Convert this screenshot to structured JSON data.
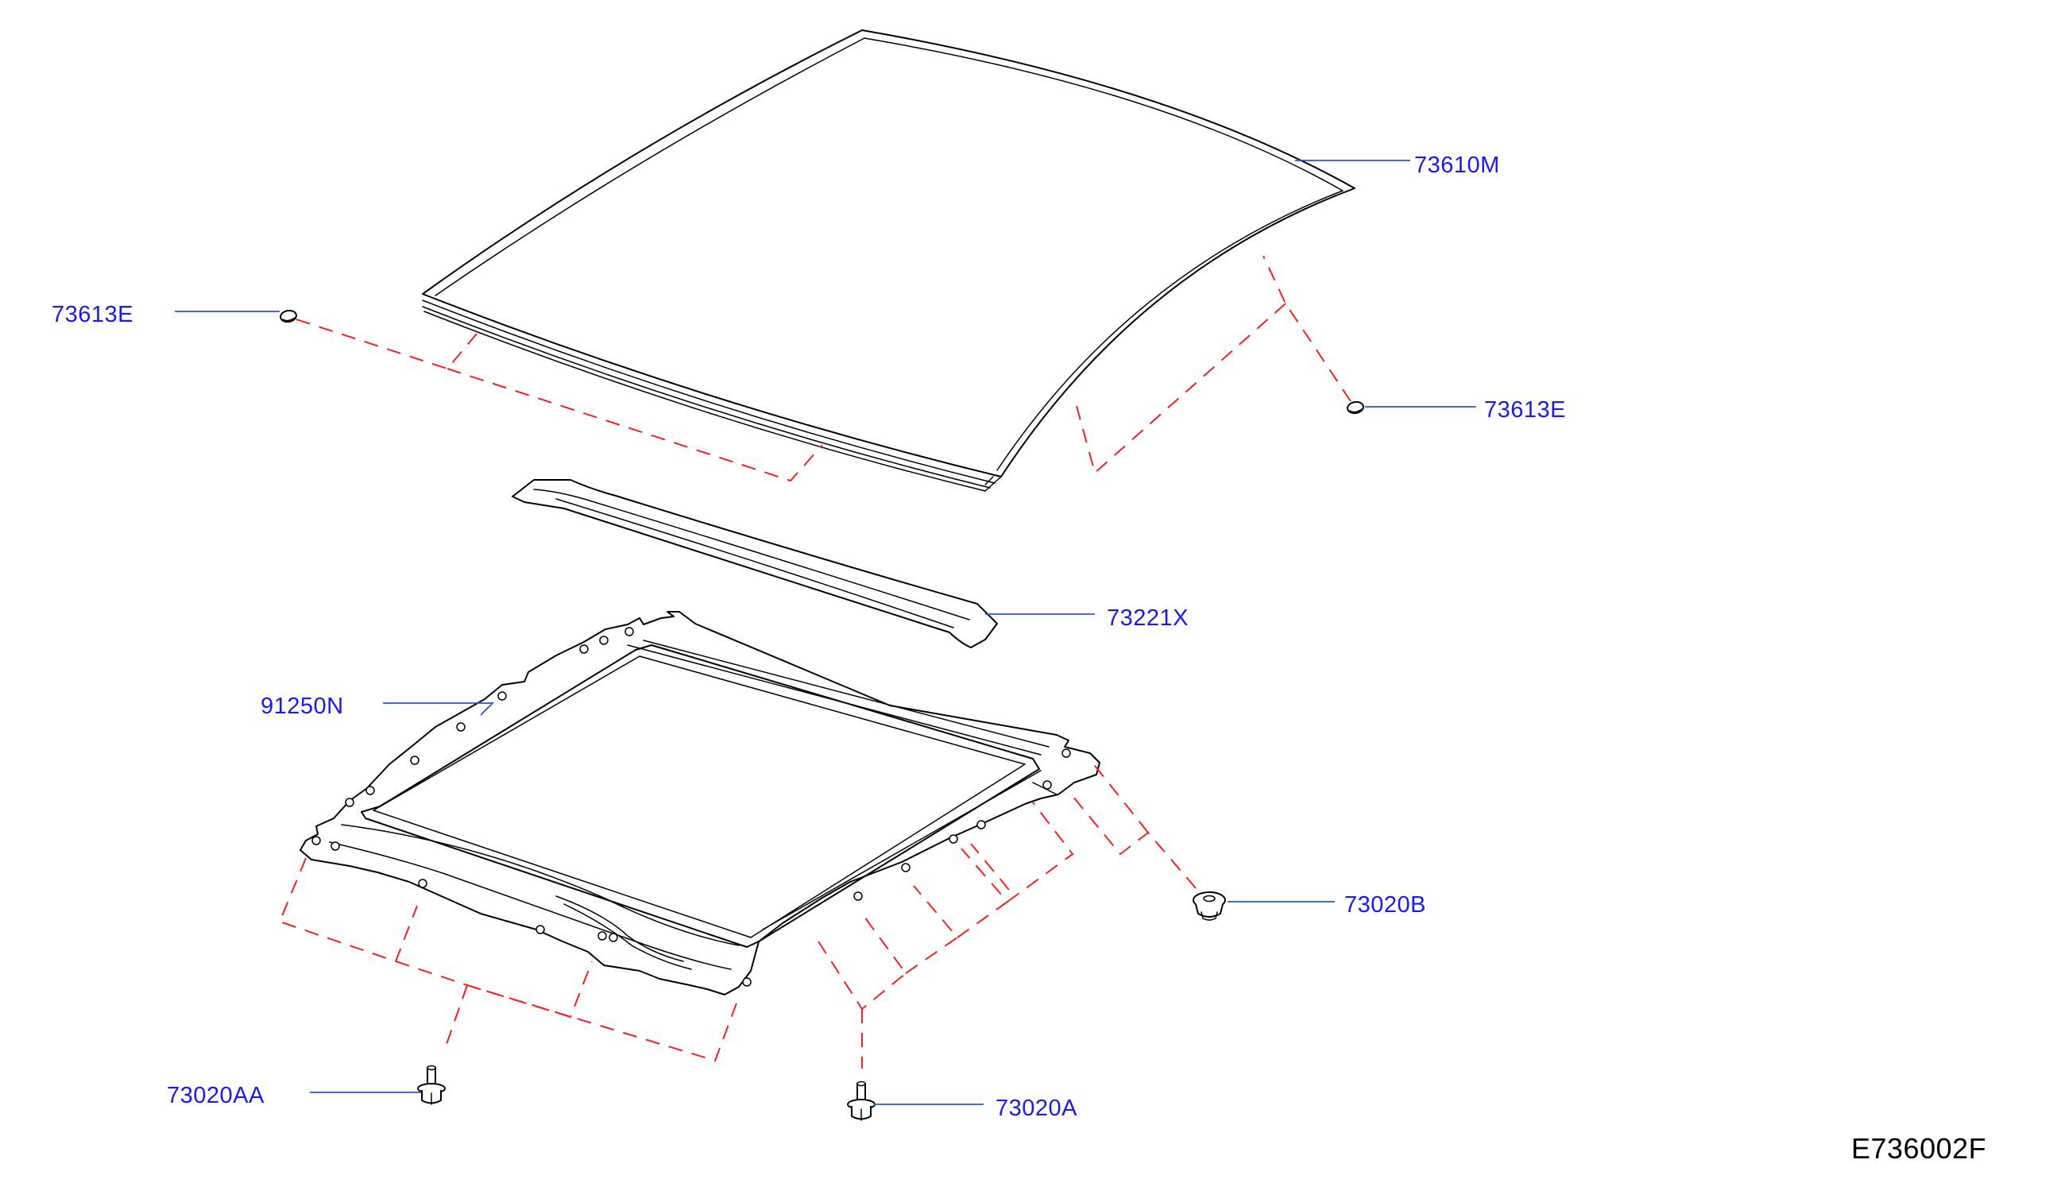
{
  "colors": {
    "label": "#1a1ae6",
    "leader": "#2a5ab4",
    "dash": "#ee2222",
    "code": "#000000"
  },
  "labels": {
    "roof_panel": "73610M",
    "clip_left": "73613E",
    "clip_right": "73613E",
    "roof_bow": "73221X",
    "sunroof_frame": "91250N",
    "grommet": "73020B",
    "bolt_left": "73020AA",
    "bolt_right": "73020A"
  },
  "diagram_code": "E736002F"
}
